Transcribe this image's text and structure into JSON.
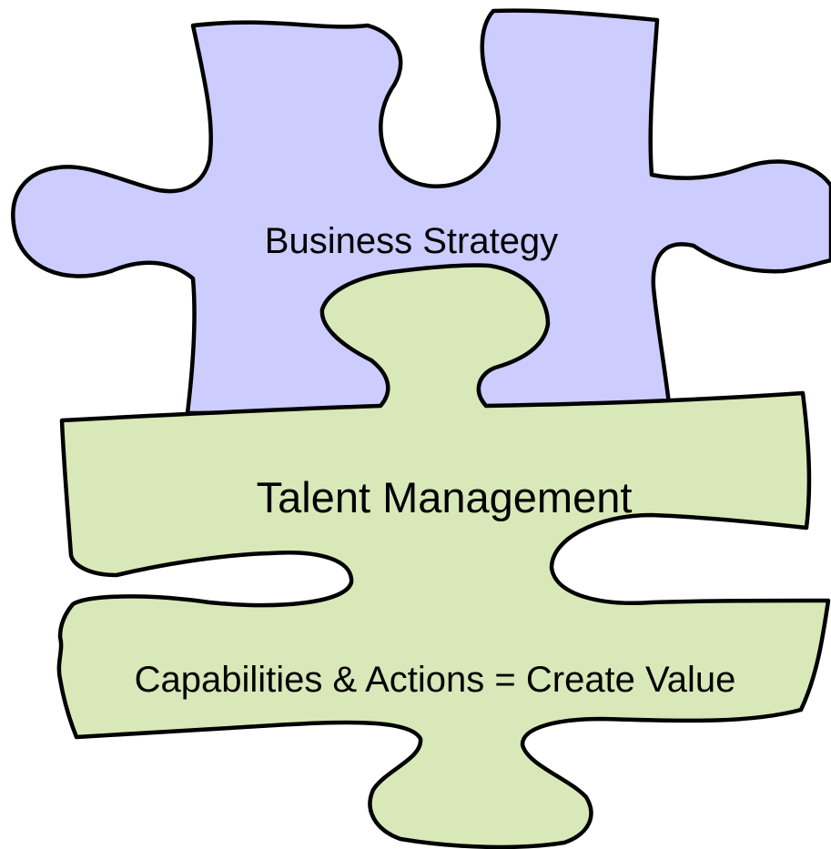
{
  "pieces": {
    "top": {
      "label": "Business Strategy",
      "fill_color": "#ccccff"
    },
    "bottom": {
      "label": "Talent Management",
      "sublabel": "Capabilities & Actions = Create Value",
      "fill_color": "#d9e8b8"
    }
  },
  "stroke_color": "#000000"
}
